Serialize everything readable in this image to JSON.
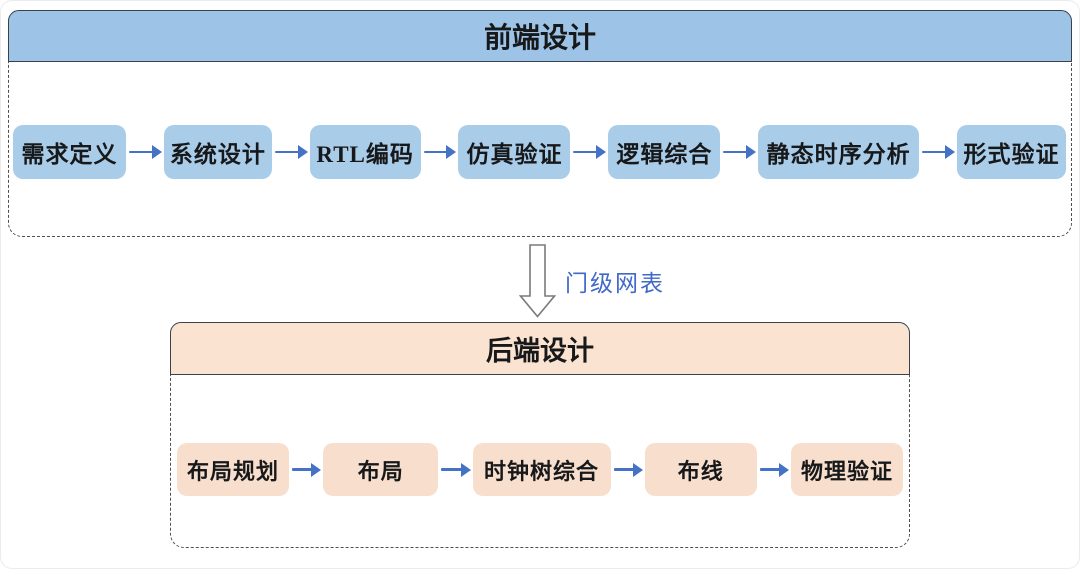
{
  "front_end": {
    "title": "前端设计",
    "steps": [
      "需求定义",
      "系统设计",
      "RTL编码",
      "仿真验证",
      "逻辑综合",
      "静态时序分析",
      "形式验证"
    ]
  },
  "transition": {
    "label": "门级网表"
  },
  "back_end": {
    "title": "后端设计",
    "steps": [
      "布局规划",
      "布局",
      "时钟树综合",
      "布线",
      "物理验证"
    ]
  },
  "colors": {
    "front_header_bg": "#9dc3e6",
    "front_box_bg": "#a9cce9",
    "back_header_bg": "#fae3d0",
    "back_box_bg": "#f8dfcd",
    "connector_color": "#4472c4",
    "label_blue": "#4169c9",
    "dash_border": "#4f4f4f",
    "header_border": "#3a414c",
    "text_color": "#17181a"
  }
}
